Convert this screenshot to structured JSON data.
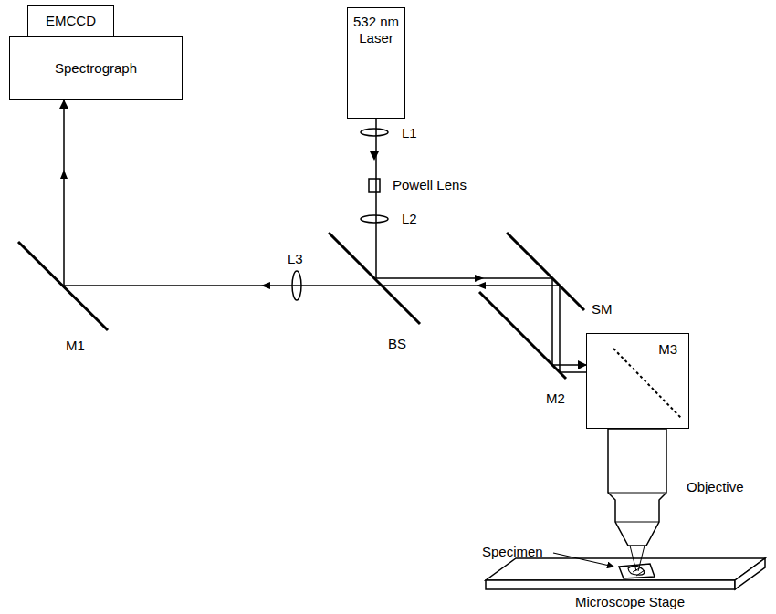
{
  "diagram": {
    "nodes": [
      {
        "text": [
          "EMCCD"
        ]
      },
      {
        "text": [
          "Spectrograph"
        ]
      },
      {
        "text": [
          "532 nm Laser"
        ]
      },
      {
        "text": [
          "M3"
        ]
      }
    ],
    "edges": [
      {
        "from": 2,
        "to": 3,
        "arrow": "to"
      },
      {
        "from": 3,
        "to": 1,
        "arrow": "to"
      }
    ],
    "labels": [
      "L1",
      "Powell Lens",
      "L2",
      "BS",
      "SM",
      "M2",
      "M1",
      "L3",
      "Objective",
      "Specimen",
      "Microscope Stage"
    ]
  }
}
